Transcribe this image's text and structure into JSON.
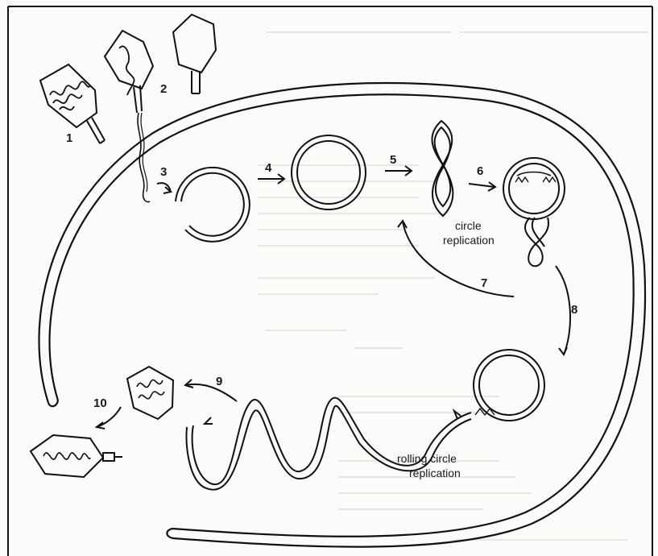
{
  "diagram": {
    "step_labels": [
      "1",
      "2",
      "3",
      "4",
      "5",
      "6",
      "7",
      "8",
      "9",
      "10"
    ],
    "phase_labels": {
      "circle_replication": [
        "circle",
        "replication"
      ],
      "rolling_circle_replication": [
        "rolling circle",
        "replication"
      ]
    },
    "colors": {
      "ink": "#1a1a1a",
      "paper": "#fbfbf9",
      "bleed_through": "#c9c9c4"
    }
  }
}
